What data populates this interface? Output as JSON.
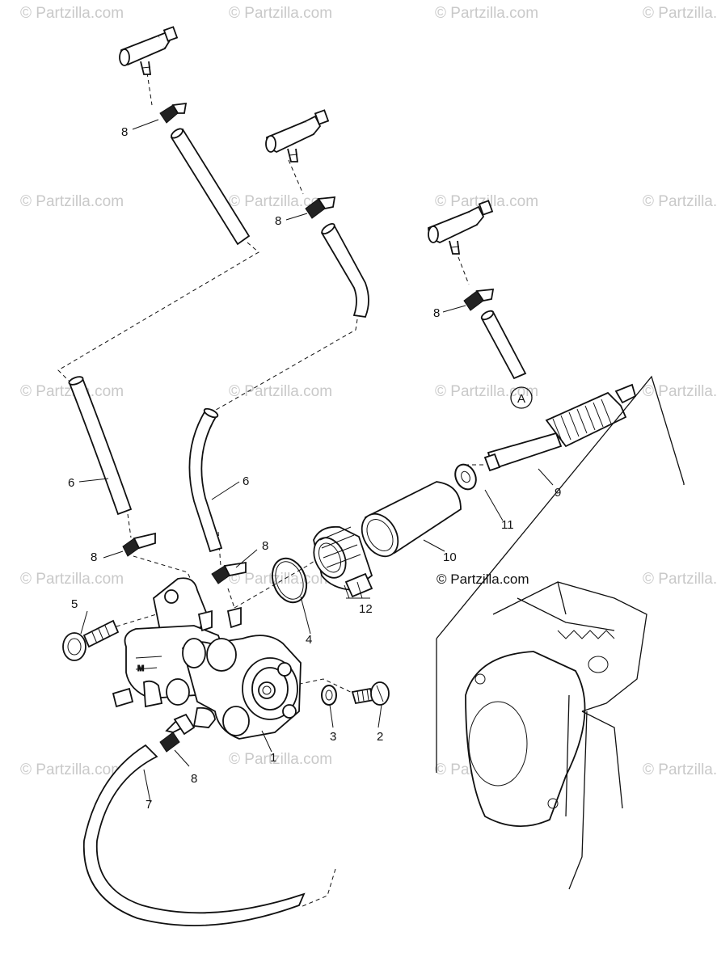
{
  "watermark": {
    "text": "© Partzilla.com"
  },
  "copyright": "© Partzilla.com",
  "callouts": {
    "c1": "1",
    "c2": "2",
    "c3": "3",
    "c4": "4",
    "c5": "5",
    "c6a": "6",
    "c6b": "6",
    "c7": "7",
    "c8a": "8",
    "c8b": "8",
    "c8c": "8",
    "c8d": "8",
    "c8e": "8",
    "c8f": "8",
    "c9": "9",
    "c10": "10",
    "c11": "11",
    "c12": "12",
    "refA": "A"
  }
}
